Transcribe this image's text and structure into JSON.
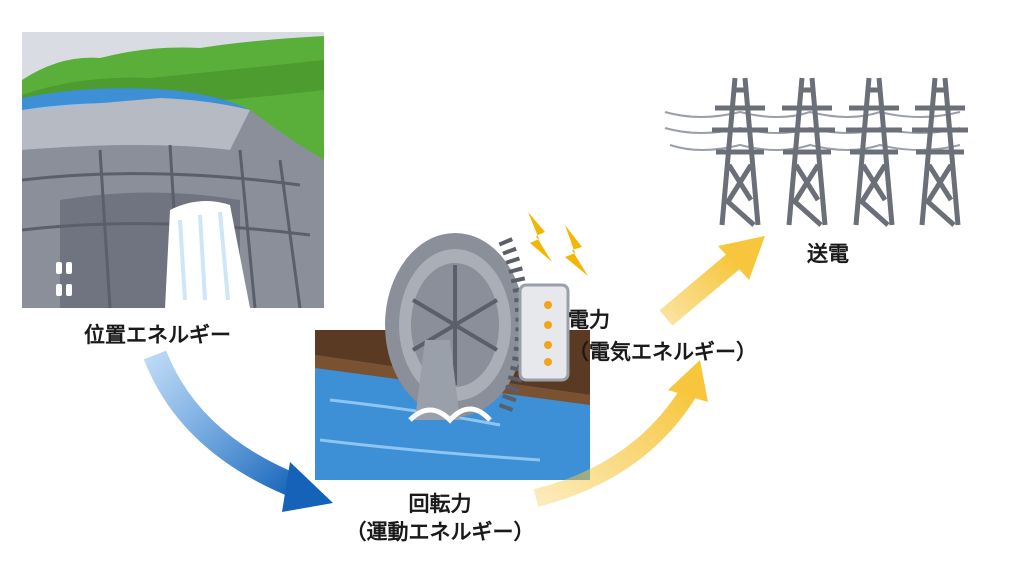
{
  "labels": {
    "potential_energy": "位置エネルギー",
    "rotation_title": "回転力",
    "rotation_sub": "（運動エネルギー）",
    "electric_title": "電力",
    "electric_sub": "（電気エネルギー）",
    "transmission": "送電"
  },
  "colors": {
    "arrow_blue": "#1563b8",
    "arrow_yellow": "#f7c63d",
    "water": "#3d8fd6",
    "dam_gray": "#8a8f99",
    "grass": "#5aaf3a",
    "tower_gray": "#6b6f78",
    "bolt": "#f2b705"
  }
}
